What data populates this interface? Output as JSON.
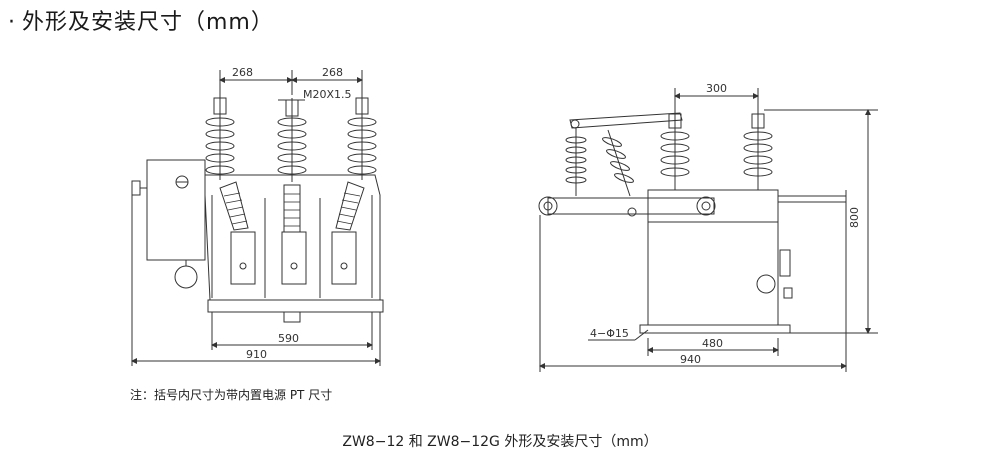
{
  "heading": {
    "bullet": "·",
    "title": "外形及安装尺寸（mm）"
  },
  "dimensions": {
    "front_left_top": "268",
    "front_right_top": "268",
    "thread": "M20X1.5",
    "front_inner_width": "590",
    "front_overall_width": "910",
    "side_arm": "300",
    "side_height": "800",
    "side_holes": "4−Φ15",
    "side_base": "480",
    "side_overall": "940"
  },
  "note": "注：括号内尺寸为带内置电源 PT 尺寸",
  "caption": "ZW8−12 和 ZW8−12G 外形及安装尺寸（mm）"
}
